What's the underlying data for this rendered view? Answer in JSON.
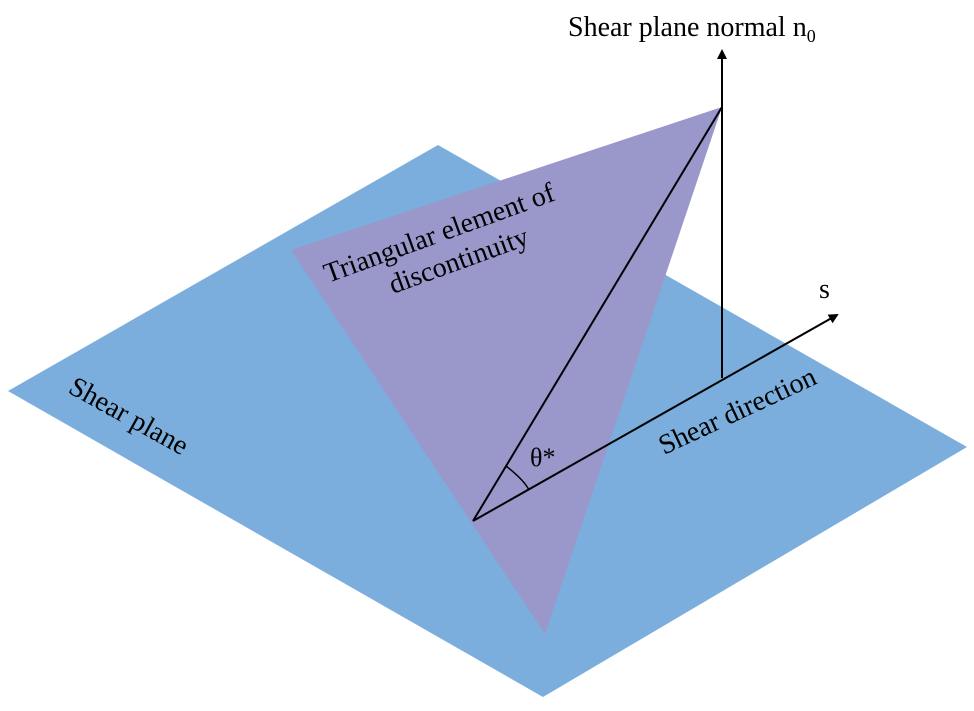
{
  "colors": {
    "shear_plane": "#7BAEDC",
    "triangle": "#9A97CB",
    "lines": "#000000"
  },
  "labels": {
    "normal": "Shear plane normal n",
    "normal_subscript": "0",
    "s": "s",
    "triangle_line1": "Triangular element of",
    "triangle_line2": "discontinuity",
    "shear_direction": "Shear direction",
    "shear_plane": "Shear plane",
    "theta": "θ*"
  }
}
